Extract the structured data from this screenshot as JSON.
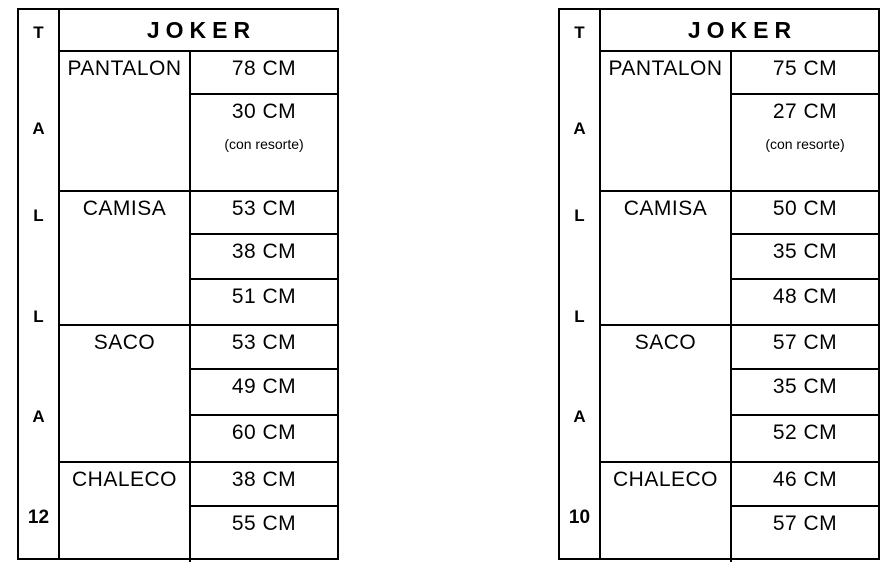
{
  "page": {
    "background": "#ffffff",
    "line_color": "#000000",
    "text_color": "#000000"
  },
  "charts": [
    {
      "id": "chart-talla-12",
      "brand": "JOKER",
      "talla_label_letters": [
        "T",
        "A",
        "L",
        "L",
        "A"
      ],
      "talla_size": "12",
      "groups": [
        {
          "garment": "PANTALON",
          "measures": [
            {
              "value": "78 CM",
              "note": ""
            },
            {
              "value": "30 CM",
              "note": "(con resorte)"
            }
          ]
        },
        {
          "garment": "CAMISA",
          "measures": [
            {
              "value": "53 CM",
              "note": ""
            },
            {
              "value": "38 CM",
              "note": ""
            },
            {
              "value": "51 CM",
              "note": ""
            }
          ]
        },
        {
          "garment": "SACO",
          "measures": [
            {
              "value": "53 CM",
              "note": ""
            },
            {
              "value": "49 CM",
              "note": ""
            },
            {
              "value": "60 CM",
              "note": ""
            }
          ]
        },
        {
          "garment": "CHALECO",
          "measures": [
            {
              "value": "38 CM",
              "note": ""
            },
            {
              "value": "55 CM",
              "note": ""
            }
          ]
        }
      ]
    },
    {
      "id": "chart-talla-10",
      "brand": "JOKER",
      "talla_label_letters": [
        "T",
        "A",
        "L",
        "L",
        "A"
      ],
      "talla_size": "10",
      "groups": [
        {
          "garment": "PANTALON",
          "measures": [
            {
              "value": "75 CM",
              "note": ""
            },
            {
              "value": "27 CM",
              "note": "(con resorte)"
            }
          ]
        },
        {
          "garment": "CAMISA",
          "measures": [
            {
              "value": "50 CM",
              "note": ""
            },
            {
              "value": "35 CM",
              "note": ""
            },
            {
              "value": "48 CM",
              "note": ""
            }
          ]
        },
        {
          "garment": "SACO",
          "measures": [
            {
              "value": "57 CM",
              "note": ""
            },
            {
              "value": "35 CM",
              "note": ""
            },
            {
              "value": "52 CM",
              "note": ""
            }
          ]
        },
        {
          "garment": "CHALECO",
          "measures": [
            {
              "value": "46 CM",
              "note": ""
            },
            {
              "value": "57 CM",
              "note": ""
            }
          ]
        }
      ]
    }
  ]
}
